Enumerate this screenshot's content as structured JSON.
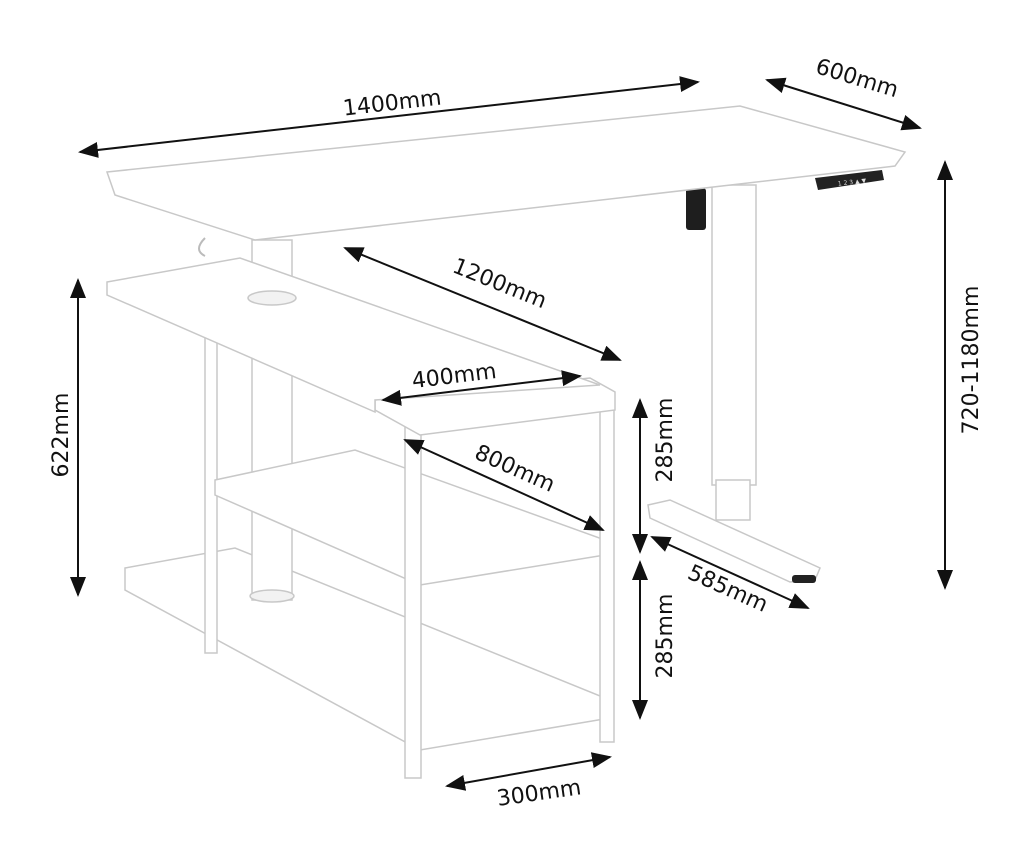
{
  "dimensions": {
    "desk_width": "1400mm",
    "desk_depth": "600mm",
    "height_range": "720-1180mm",
    "shelf_height": "622mm",
    "shelf_length": "1200mm",
    "shelf_depth": "400mm",
    "lower_shelf_length": "800mm",
    "upper_tier_height": "285mm",
    "lower_tier_height": "285mm",
    "foot_length": "585mm",
    "lower_shelf_depth": "300mm"
  },
  "controller": {
    "buttons": [
      "1",
      "2",
      "3",
      "▲",
      "▼"
    ]
  },
  "colors": {
    "desk": "#ffffff",
    "outline": "#c8c8c8",
    "arrows": "#111111",
    "controller": "#222222"
  }
}
